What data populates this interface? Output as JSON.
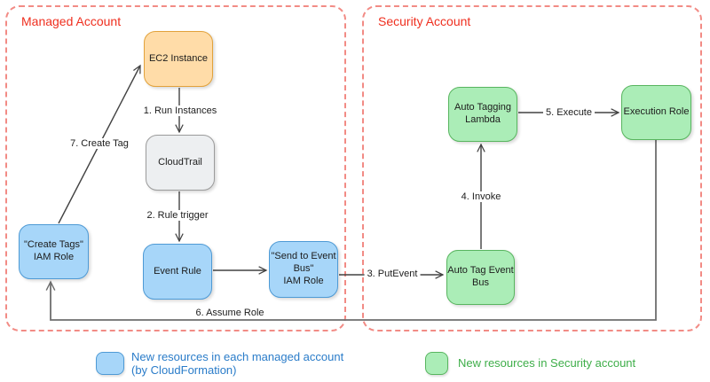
{
  "accounts": {
    "managed": {
      "title": "Managed Account"
    },
    "security": {
      "title": "Security Account"
    }
  },
  "nodes": {
    "ec2": {
      "label": "EC2 Instance"
    },
    "cloudtrail": {
      "label": "CloudTrail"
    },
    "create_tags_role": {
      "label": "\"Create Tags\"\nIAM Role"
    },
    "event_rule": {
      "label": "Event Rule"
    },
    "send_to_event_bus_role": {
      "label": "\"Send to Event\nBus\"\nIAM Role"
    },
    "auto_tagging_lambda": {
      "label": "Auto Tagging\nLambda"
    },
    "execution_role": {
      "label": "Execution Role"
    },
    "auto_tag_event_bus": {
      "label": "Auto Tag Event\nBus"
    }
  },
  "edges": {
    "run_instances": {
      "label": "1. Run Instances"
    },
    "rule_trigger": {
      "label": "2. Rule trigger"
    },
    "put_event": {
      "label": "3. PutEvent"
    },
    "invoke": {
      "label": "4. Invoke"
    },
    "execute": {
      "label": "5. Execute"
    },
    "assume_role": {
      "label": "6. Assume Role"
    },
    "create_tag": {
      "label": "7. Create Tag"
    }
  },
  "legend": {
    "managed": {
      "label": "New resources in each managed account\n(by CloudFormation)"
    },
    "security": {
      "label": "New resources in Security account"
    }
  },
  "colors": {
    "account_title_red": "#EF2F1F",
    "dash_red": "#F28B85",
    "orange_fill": "#FFDCA8",
    "orange_stroke": "#E2A23B",
    "gray_fill": "#EDEFF1",
    "gray_stroke": "#9B9B9B",
    "blue_fill": "#A7D6F9",
    "blue_stroke": "#4E9AD5",
    "green_fill": "#ABEDB7",
    "green_stroke": "#58B55F",
    "arrow_dark": "#424242",
    "arrow_gray": "#6E6E6E",
    "legend_blue": "#2A7CC9",
    "legend_green": "#3EAE49",
    "node_text": "#1C1C1C"
  }
}
